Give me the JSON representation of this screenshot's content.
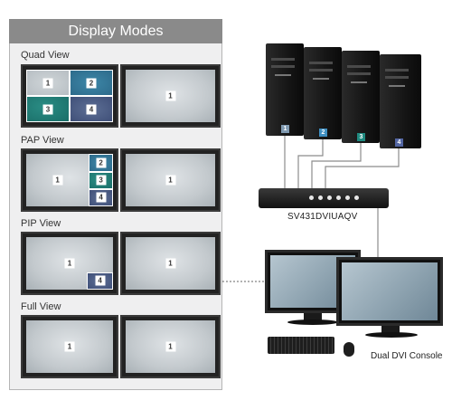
{
  "panel": {
    "title": "Display Modes",
    "sections": [
      {
        "label": "Quad View"
      },
      {
        "label": "PAP View"
      },
      {
        "label": "PIP View"
      },
      {
        "label": "Full View"
      }
    ]
  },
  "numbers": {
    "n1": "1",
    "n2": "2",
    "n3": "3",
    "n4": "4"
  },
  "ports": [
    "1",
    "2",
    "3",
    "4"
  ],
  "kvm_model": "SV431DVIUAQV",
  "console_label": "Dual DVI Console",
  "colors": {
    "panel_header": "#8a8a8a",
    "port1": "#7f99b0",
    "port2": "#3f8fc1",
    "port3": "#1f8a80",
    "port4": "#5366a3"
  }
}
